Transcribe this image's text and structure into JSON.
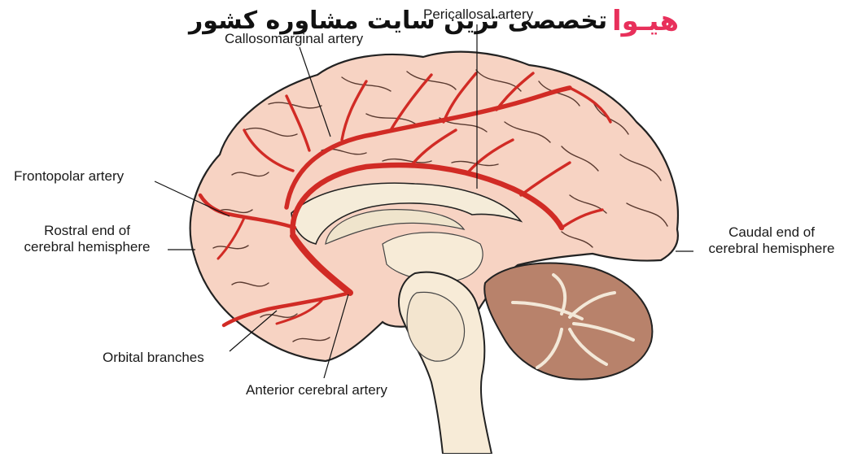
{
  "watermark": {
    "brand": "هیـوا",
    "slogan": "تخصصی ترین سایت مشاوره کشور"
  },
  "labels": {
    "pericallosal": "Pericallosal artery",
    "callosomarginal": "Callosomarginal artery",
    "frontopolar": "Frontopolar artery",
    "rostral_line1": "Rostral end of",
    "rostral_line2": "cerebral hemisphere",
    "caudal_line1": "Caudal end of",
    "caudal_line2": "cerebral hemisphere",
    "orbital": "Orbital branches",
    "anterior": "Anterior cerebral artery"
  },
  "colors": {
    "brain_fill": "#f7d3c3",
    "brain_outline": "#222222",
    "artery": "#d12b25",
    "cerebellum": "#b8826b",
    "brainstem": "#f7ebd7",
    "corpus_callosum": "#f5ecd9",
    "watermark_brand": "#e8305b"
  }
}
